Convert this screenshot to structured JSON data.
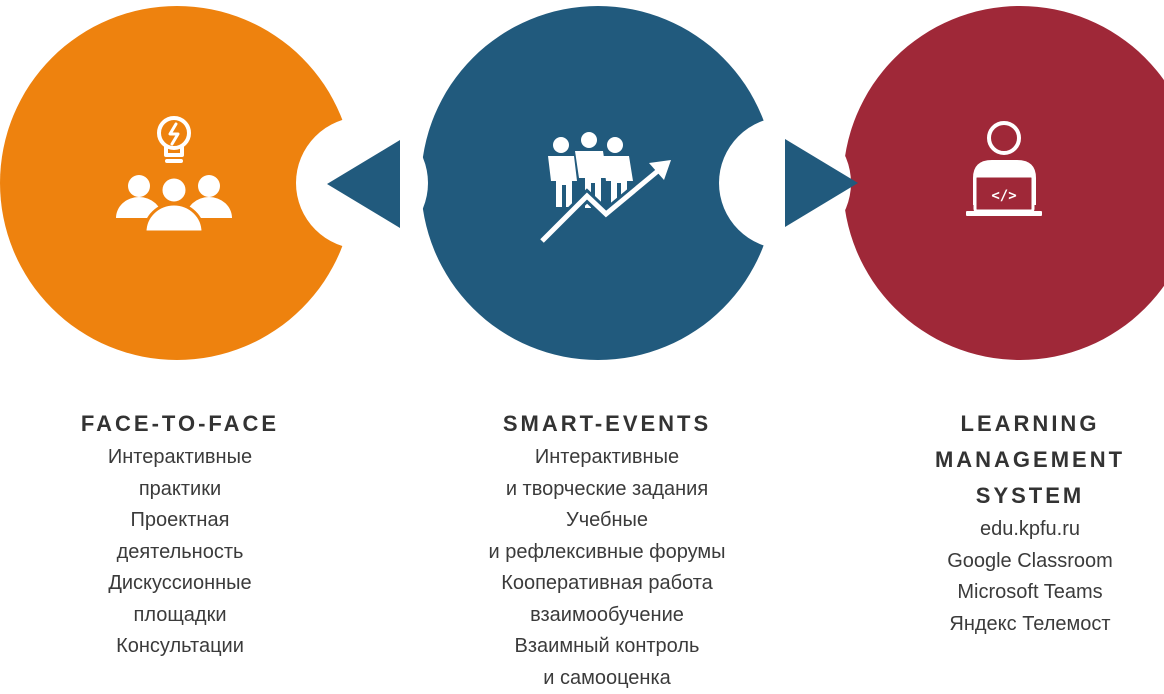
{
  "colors": {
    "orange": "#EE820E",
    "blue": "#215A7D",
    "red": "#9F2838",
    "white": "#FFFFFF",
    "text": "#3B3B3B"
  },
  "nodes": [
    {
      "id": "face-to-face",
      "icon": "people-idea-icon",
      "title_lines": [
        "FACE-TO-FACE"
      ],
      "lines": [
        "Интерактивные",
        "практики",
        "Проектная",
        "деятельность",
        "Дискуссионные",
        "площадки",
        "Консультации"
      ]
    },
    {
      "id": "smart-events",
      "icon": "team-growth-icon",
      "title_lines": [
        "SMART-EVENTS"
      ],
      "lines": [
        "Интерактивные",
        "и творческие задания",
        "Учебные",
        "и рефлексивные форумы",
        "Кооперативная работа",
        "взаимообучение",
        "Взаимный контроль",
        "и самооценка"
      ]
    },
    {
      "id": "lms",
      "icon": "developer-laptop-icon",
      "title_lines": [
        "LEARNING",
        "MANAGEMENT",
        "SYSTEM"
      ],
      "lines": [
        "edu.kpfu.ru",
        "Google Classroom",
        "Microsoft Teams",
        "Яндекс Телемост"
      ]
    }
  ],
  "arrows": [
    {
      "direction": "left",
      "icon": "arrow-left-icon"
    },
    {
      "direction": "right",
      "icon": "arrow-right-icon"
    }
  ]
}
